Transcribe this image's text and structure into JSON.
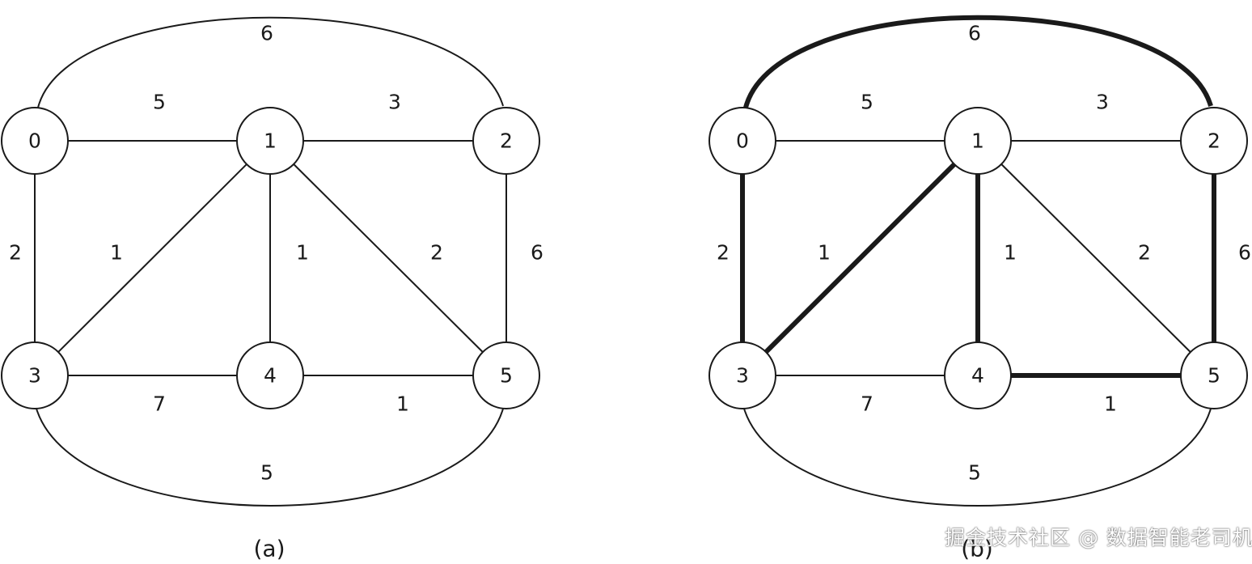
{
  "panels": [
    {
      "caption": "(a)",
      "nodes": [
        "0",
        "1",
        "2",
        "3",
        "4",
        "5"
      ],
      "edges": [
        {
          "from": "0",
          "to": "2",
          "weight": "6",
          "in_tree": false
        },
        {
          "from": "0",
          "to": "1",
          "weight": "5",
          "in_tree": false
        },
        {
          "from": "1",
          "to": "2",
          "weight": "3",
          "in_tree": false
        },
        {
          "from": "0",
          "to": "3",
          "weight": "2",
          "in_tree": false
        },
        {
          "from": "1",
          "to": "3",
          "weight": "1",
          "in_tree": false
        },
        {
          "from": "1",
          "to": "4",
          "weight": "1",
          "in_tree": false
        },
        {
          "from": "1",
          "to": "5",
          "weight": "2",
          "in_tree": false
        },
        {
          "from": "2",
          "to": "5",
          "weight": "6",
          "in_tree": false
        },
        {
          "from": "3",
          "to": "4",
          "weight": "7",
          "in_tree": false
        },
        {
          "from": "4",
          "to": "5",
          "weight": "1",
          "in_tree": false
        },
        {
          "from": "3",
          "to": "5",
          "weight": "5",
          "in_tree": false
        }
      ]
    },
    {
      "caption": "(b)",
      "nodes": [
        "0",
        "1",
        "2",
        "3",
        "4",
        "5"
      ],
      "edges": [
        {
          "from": "0",
          "to": "2",
          "weight": "6",
          "in_tree": true
        },
        {
          "from": "0",
          "to": "1",
          "weight": "5",
          "in_tree": false
        },
        {
          "from": "1",
          "to": "2",
          "weight": "3",
          "in_tree": false
        },
        {
          "from": "0",
          "to": "3",
          "weight": "2",
          "in_tree": true
        },
        {
          "from": "1",
          "to": "3",
          "weight": "1",
          "in_tree": true
        },
        {
          "from": "1",
          "to": "4",
          "weight": "1",
          "in_tree": true
        },
        {
          "from": "1",
          "to": "5",
          "weight": "2",
          "in_tree": false
        },
        {
          "from": "2",
          "to": "5",
          "weight": "6",
          "in_tree": true
        },
        {
          "from": "3",
          "to": "4",
          "weight": "7",
          "in_tree": false
        },
        {
          "from": "4",
          "to": "5",
          "weight": "1",
          "in_tree": true
        },
        {
          "from": "3",
          "to": "5",
          "weight": "5",
          "in_tree": false
        }
      ]
    }
  ],
  "watermark": "掘金技术社区 @ 数据智能老司机",
  "colors": {
    "ink": "#1a1a1a",
    "background": "#ffffff"
  }
}
